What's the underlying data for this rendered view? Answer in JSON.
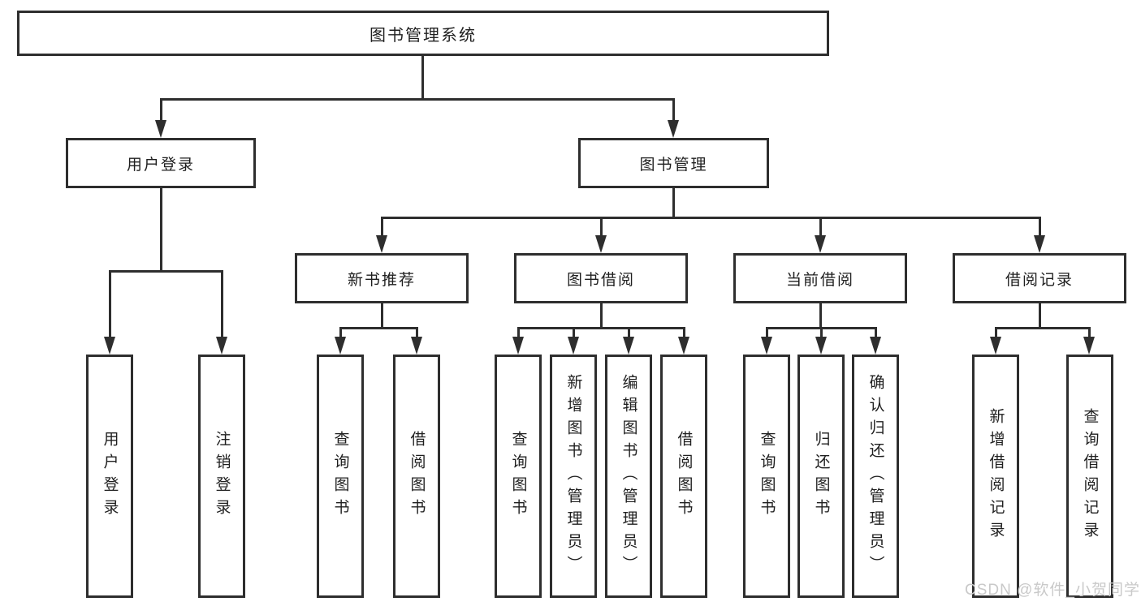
{
  "diagram": {
    "root": {
      "label": "图书管理系统"
    },
    "branches": [
      {
        "label": "用户登录",
        "children": [
          {
            "label": "用户登录"
          },
          {
            "label": "注销登录"
          }
        ]
      },
      {
        "label": "图书管理",
        "children": [
          {
            "label": "新书推荐",
            "children": [
              {
                "label": "查询图书"
              },
              {
                "label": "借阅图书"
              }
            ]
          },
          {
            "label": "图书借阅",
            "children": [
              {
                "label": "查询图书"
              },
              {
                "label": "新增图书（管理员）"
              },
              {
                "label": "编辑图书（管理员）"
              },
              {
                "label": "借阅图书"
              }
            ]
          },
          {
            "label": "当前借阅",
            "children": [
              {
                "label": "查询图书"
              },
              {
                "label": "归还图书"
              },
              {
                "label": "确认归还（管理员）"
              }
            ]
          },
          {
            "label": "借阅记录",
            "children": [
              {
                "label": "新增借阅记录"
              },
              {
                "label": "查询借阅记录"
              }
            ]
          }
        ]
      }
    ],
    "watermark": "CSDN @软件_小贺同学",
    "colors": {
      "line": "#2e2e2e",
      "text": "#1f1f1f",
      "watermark": "#c9c9c9",
      "background": "#ffffff"
    }
  }
}
